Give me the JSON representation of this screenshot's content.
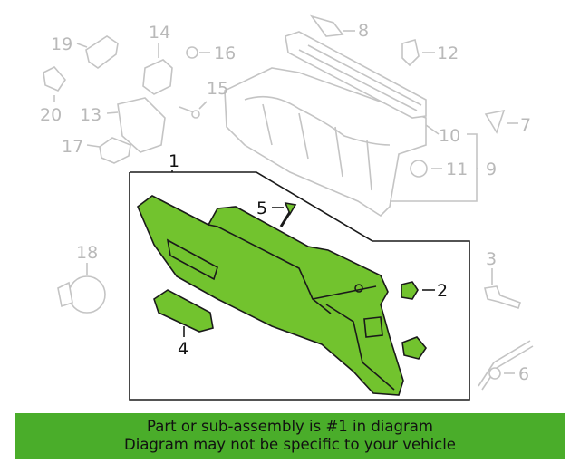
{
  "callouts": {
    "c1": "1",
    "c2": "2",
    "c3": "3",
    "c4": "4",
    "c5": "5",
    "c6": "6",
    "c7": "7",
    "c8": "8",
    "c9": "9",
    "c10": "10",
    "c11": "11",
    "c12": "12",
    "c13": "13",
    "c14": "14",
    "c15": "15",
    "c16": "16",
    "c17": "17",
    "c18": "18",
    "c19": "19",
    "c20": "20"
  },
  "banner": {
    "line1": "Part or sub-assembly is #1 in diagram",
    "line2": "Diagram may not be specific to your vehicle"
  },
  "colors": {
    "highlight": "#72c32e",
    "banner": "#4aad2a",
    "ghost": "#c4c4c4"
  }
}
